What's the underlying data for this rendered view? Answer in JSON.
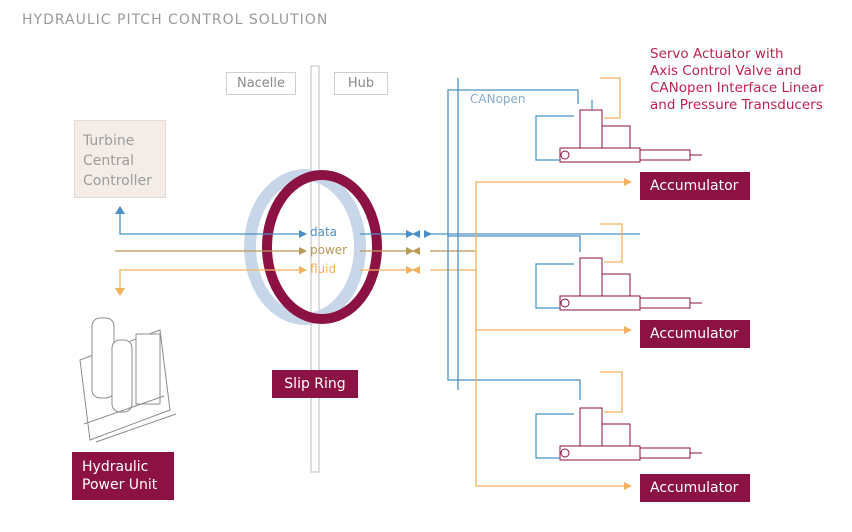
{
  "title": "HYDRAULIC  PITCH CONTROL SOLUTION",
  "labels": {
    "nacelle": "Nacelle",
    "hub": "Hub",
    "canopen": "CANopen",
    "turbine": [
      "Turbine",
      "Central",
      "Controller"
    ],
    "servo": [
      "Servo Actuator with",
      "Axis Control Valve and",
      "CANopen Interface Linear",
      "and Pressure Transducers"
    ],
    "slip_ring": "Slip Ring",
    "hpu": [
      "Hydraulic",
      "Power Unit"
    ],
    "accumulators": [
      "Accumulator",
      "Accumulator",
      "Accumulator"
    ]
  },
  "flows": {
    "data": "data",
    "power": "power",
    "fluid": "fluid"
  },
  "colors": {
    "data": "#4a90c8",
    "power": "#b89a55",
    "fluid": "#f2b25c",
    "brand": "#8c1243",
    "ring_back": "#c8d6ea"
  }
}
